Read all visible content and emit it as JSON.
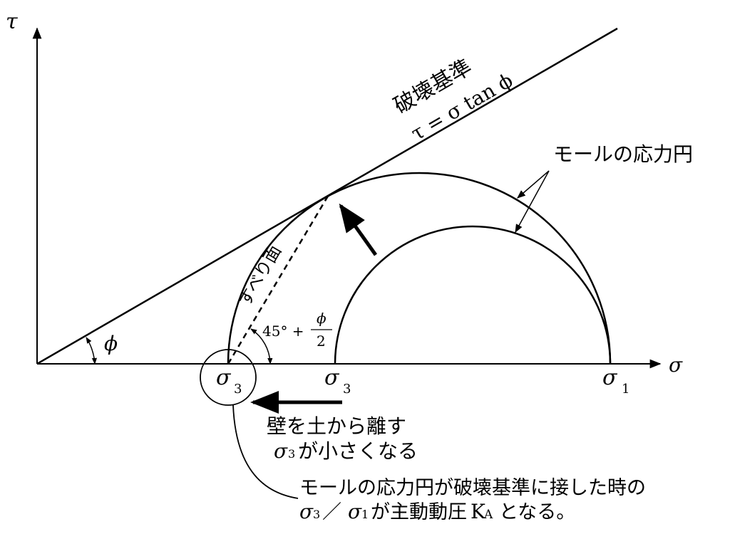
{
  "axes": {
    "y_label": "τ",
    "x_label": "σ"
  },
  "failure_criterion": {
    "label_jp": "破壊基準",
    "equation": "τ = σ tan ϕ"
  },
  "angle_phi": "ϕ",
  "mohr_circle_label": "モールの応力円",
  "slip_plane_label": "すべり面",
  "slip_angle": {
    "prefix": "45° +",
    "numerator": "ϕ",
    "denominator": "2"
  },
  "sigma3_left": {
    "main": "σ",
    "sub": "3"
  },
  "sigma3_right": {
    "main": "σ",
    "sub": "3"
  },
  "sigma1": {
    "main": "σ",
    "sub": "1"
  },
  "annotation_1": {
    "line1": "壁を土から離す",
    "line2_main": "σ",
    "line2_sub": "3",
    "line2_rest": "が小さくなる"
  },
  "annotation_2": {
    "line1": "モールの応力円が破壊基準に接した時の",
    "l2_s3": "σ",
    "l2_s3_sub": "3",
    "l2_slash": "／",
    "l2_s1": "σ",
    "l2_s1_sub": "1",
    "l2_mid": "が主動動圧",
    "l2_k": "K",
    "l2_k_sub": "A",
    "l2_end": "となる。"
  }
}
